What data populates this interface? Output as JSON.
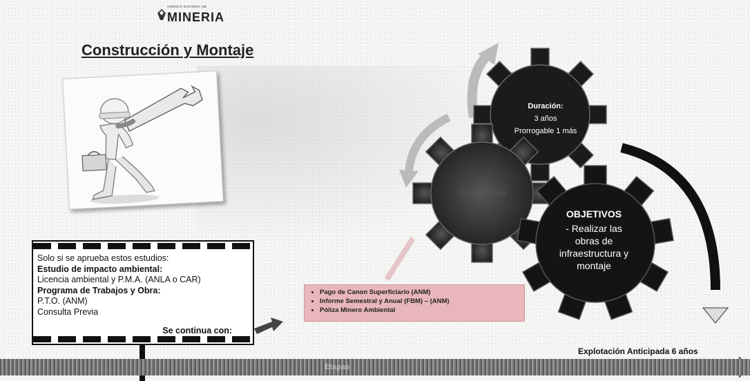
{
  "logo": {
    "small_text": "AGENCIA NACIONAL DE",
    "big_text": "MINERIA"
  },
  "title": "Construcción y Montaje",
  "info_box": {
    "lines": [
      "Solo si se aprueba estos estudios:",
      "Estudio de impacto ambiental:",
      "Licencia ambiental y P.M.A. (ANLA o CAR)",
      "Programa de Trabajos y Obra:",
      "P.T.O. (ANM)",
      "Consulta Previa"
    ],
    "continues": "Se continua con:"
  },
  "obligations": [
    "Pago de Canon Superficiario (ANM)",
    "Informe Semestral y Anual (FBM) – (ANM)",
    "Póliza Minero Ambiental"
  ],
  "gears": {
    "top": {
      "title": "Duración:",
      "line1": "3 años",
      "line2": "Prorrogable 1 más"
    },
    "middle": {
      "title": "Obligaciones"
    },
    "right": {
      "title": "OBJETIVOS",
      "text": "- Realizar las obras de infraestructura y montaje"
    }
  },
  "timeline": {
    "label": "Explotación Anticipada 6 años",
    "band_text": "Etapas"
  },
  "colors": {
    "gear": "#1a1a1a",
    "gear_mid": "#333333",
    "pink_box": "#e8b6bb",
    "band": "#777777"
  }
}
